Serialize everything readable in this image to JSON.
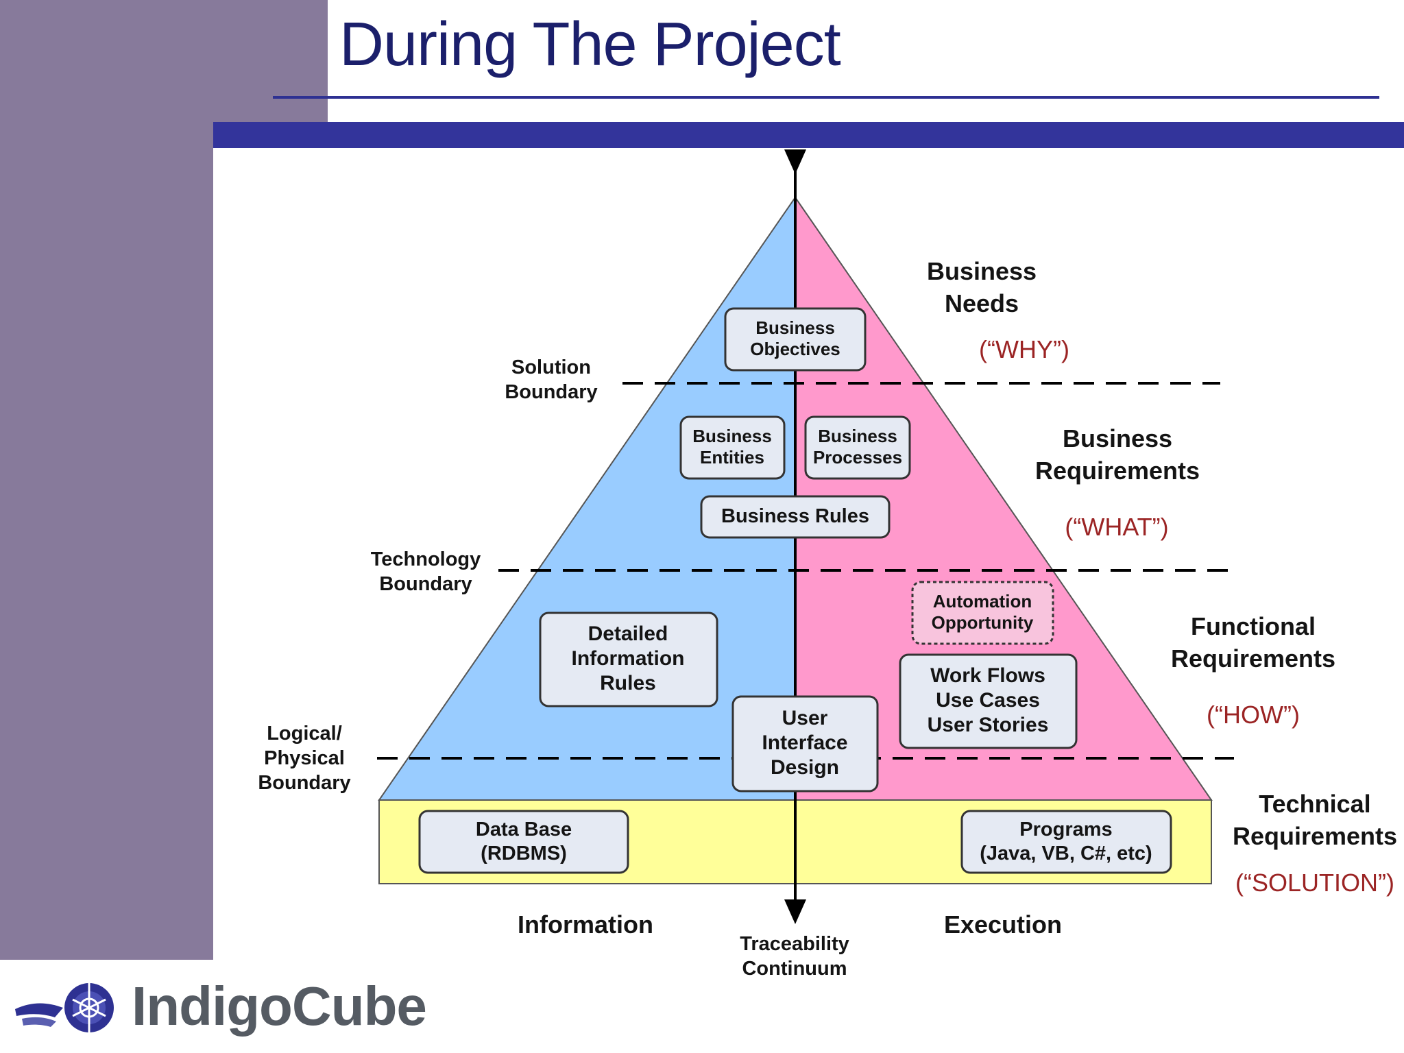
{
  "slide": {
    "title": "During The Project",
    "logo_text": "IndigoCube"
  },
  "diagram": {
    "boundaries": {
      "solution": [
        "Solution",
        "Boundary"
      ],
      "technology": [
        "Technology",
        "Boundary"
      ],
      "logical_physical": [
        "Logical/",
        "Physical",
        "Boundary"
      ]
    },
    "levels": {
      "business_needs": [
        "Business",
        "Needs"
      ],
      "business_needs_tag": "(“WHY”)",
      "business_requirements": [
        "Business",
        "Requirements"
      ],
      "business_requirements_tag": "(“WHAT”)",
      "functional_requirements": [
        "Functional",
        "Requirements"
      ],
      "functional_requirements_tag": "(“HOW”)",
      "technical_requirements": [
        "Technical",
        "Requirements"
      ],
      "technical_requirements_tag": "(“SOLUTION”)"
    },
    "boxes": {
      "business_objectives": [
        "Business",
        "Objectives"
      ],
      "business_entities": [
        "Business",
        "Entities"
      ],
      "business_processes": [
        "Business",
        "Processes"
      ],
      "business_rules": [
        "Business Rules"
      ],
      "automation_opportunity": [
        "Automation",
        "Opportunity"
      ],
      "detailed_information_rules": [
        "Detailed",
        "Information",
        "Rules"
      ],
      "work_flows": [
        "Work Flows",
        "Use Cases",
        "User Stories"
      ],
      "user_interface_design": [
        "User",
        "Interface",
        "Design"
      ],
      "data_base": [
        "Data Base",
        "(RDBMS)"
      ],
      "programs": [
        "Programs",
        "(Java, VB, C#, etc)"
      ]
    },
    "axis": {
      "information": "Information",
      "execution": "Execution",
      "traceability": [
        "Traceability",
        "Continuum"
      ]
    },
    "colors": {
      "information_side": "#99ccff",
      "execution_side": "#ff99cc",
      "solution_band": "#ffff99",
      "box_fill": "#e5eaf3",
      "requirement_tag": "#9b2424"
    }
  }
}
